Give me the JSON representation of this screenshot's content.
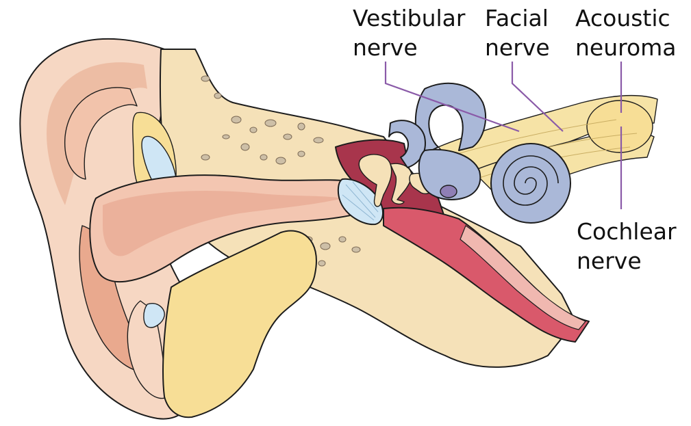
{
  "labels": {
    "vestibular_line1": "Vestibular",
    "vestibular_line2": "nerve",
    "facial_line1": "Facial",
    "facial_line2": "nerve",
    "acoustic_line1": "Acoustic",
    "acoustic_line2": "neuroma",
    "cochlear_line1": "Cochlear",
    "cochlear_line2": "nerve"
  },
  "colors": {
    "skin": "#f6d7c3",
    "skin_shadow": "#eab49a",
    "bone": "#f5e1b8",
    "fat": "#f7de96",
    "canal": "#f3c6b1",
    "middle_ear": "#a8354c",
    "tube": "#d9596b",
    "labyrinth": "#aab8d8",
    "eardrum": "#cfe6f5",
    "nerve": "#f6e3a6",
    "leader": "#8a5aa8"
  }
}
